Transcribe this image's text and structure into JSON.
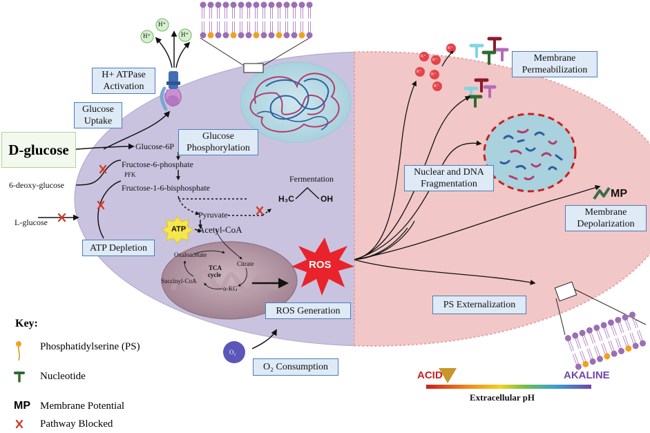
{
  "labels": {
    "h_atpase": "H+ ATPase Activation",
    "glucose_uptake": "Glucose Uptake",
    "d_glucose": "D-glucose",
    "glucose_phosphorylation": "Glucose Phosphorylation",
    "deoxy_glucose": "6-deoxy-glucose",
    "l_glucose": "L-glucose",
    "atp_depletion": "ATP Depletion",
    "ros_generation": "ROS Generation",
    "o2_consumption": "O₂ Consumption",
    "membrane_permeabilization": "Membrane Permeabilization",
    "nuclear_dna_fragmentation": "Nuclear and DNA Fragmentation",
    "membrane_depolarization": "Membrane Depolarization",
    "ps_externalization": "PS Externalization"
  },
  "pathway": {
    "glucose_6p": "Glucose-6P",
    "fructose_6p": "Fructose-6-phosphate",
    "pfk": "PFK",
    "fructose_16bp": "Fructose-1-6-bisphosphate",
    "pyruvate": "Pyruvate",
    "acetyl_coa": "Acetyl-CoA",
    "fermentation": "Fermentation",
    "h3c": "H₃C",
    "oh": "OH",
    "atp": "ATP",
    "ros": "ROS",
    "o2": "O₂",
    "mp": "MP",
    "h_plus": "H⁺",
    "k_plus": "K⁺"
  },
  "tca": {
    "oxaloacetate": "Oxaloacetate",
    "citrate": "Citrate",
    "tca_cycle_line1": "TCA",
    "tca_cycle_line2": "cycle",
    "succinyl_coa": "Succinyl-CoA",
    "akg": "α-KG"
  },
  "key": {
    "title": "Key:",
    "items": [
      {
        "symbol": "ps-icon",
        "label": "Phosphatidylserine (PS)"
      },
      {
        "symbol": "nucleotide-icon",
        "label": "Nucleotide"
      },
      {
        "symbol": "MP",
        "label": "Membrane Potential"
      },
      {
        "symbol": "x-icon",
        "label": "Pathway Blocked"
      }
    ]
  },
  "ph_scale": {
    "acid": "ACID",
    "alkaline": "AKALINE",
    "title": "Extracellular pH",
    "marker_position": 0.13,
    "colors": {
      "acid": "#c8201e",
      "alkaline": "#7a4aa8"
    }
  },
  "colors": {
    "cell_left": "#c9c3df",
    "cell_right": "#f2c7c7",
    "box_fill": "#dfeaf7",
    "box_border": "#4a7bb5",
    "blocked": "#d33b2c",
    "ros": "#e8232b"
  }
}
